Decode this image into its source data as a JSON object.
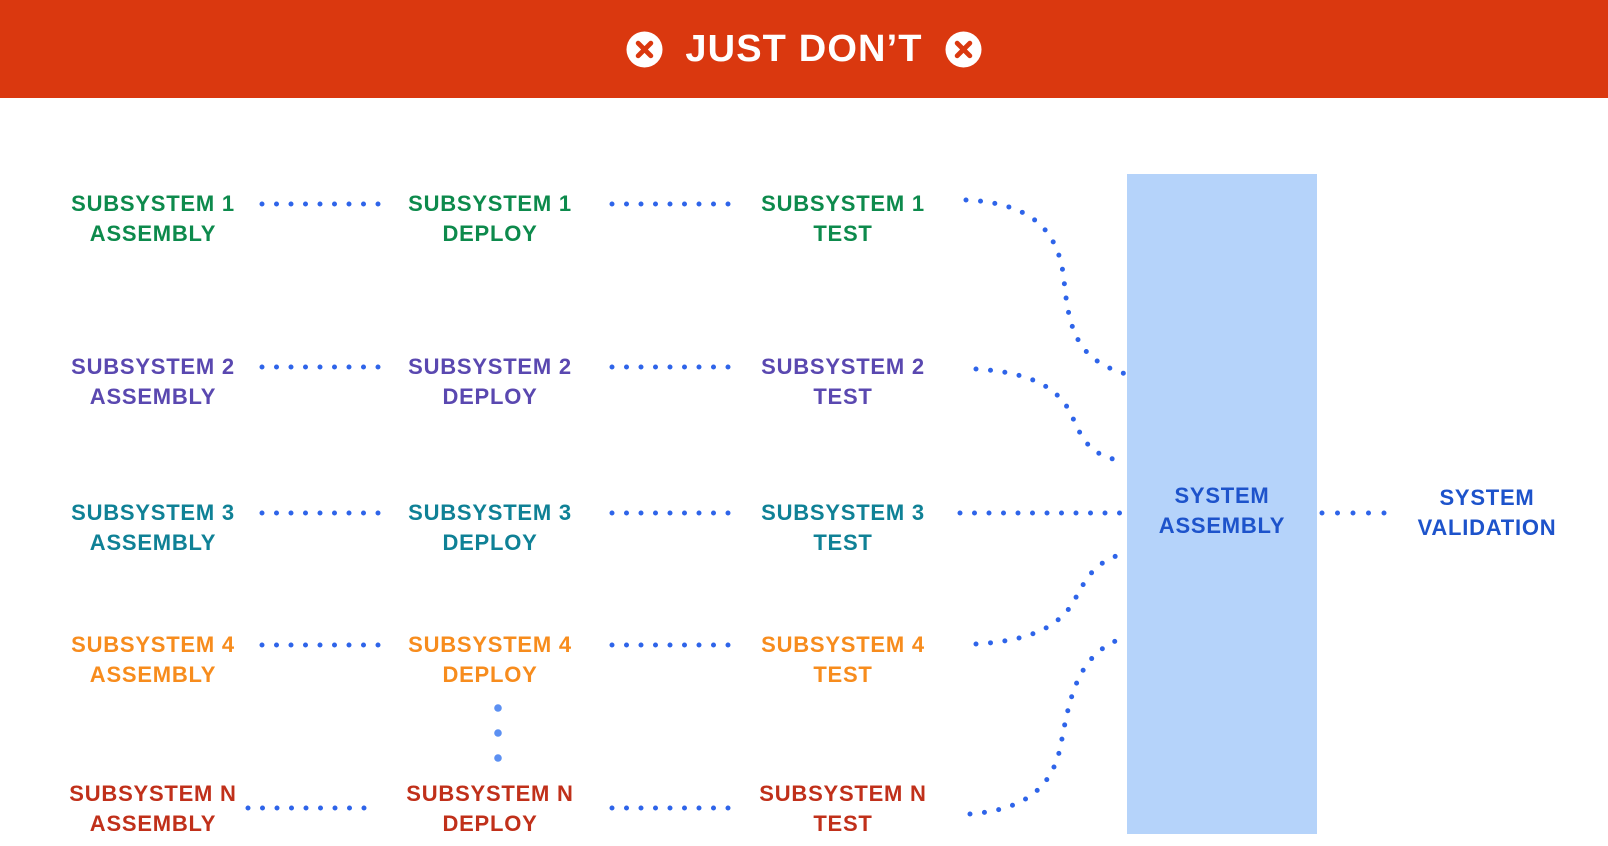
{
  "banner": {
    "title": "JUST DON’T",
    "icon": "x-circle-icon"
  },
  "colors": {
    "banner-bg": "#DA380F",
    "banner-text": "#FFFFFF",
    "dot-blue": "#2E64E9",
    "dot-light": "#5C90F2",
    "box-fill": "#B5D3FA",
    "system-blue": "#1D53CB",
    "row-1-green": "#0D8A4C",
    "row-2-purple": "#5A48B0",
    "row-3-teal": "#0F8196",
    "row-4-orange": "#F78C1D",
    "row-n-red": "#C0301A"
  },
  "rows": [
    {
      "name": "subsystem-1",
      "color": "#0D8A4C",
      "cells": [
        {
          "line1": "SUBSYSTEM 1",
          "line2": "ASSEMBLY"
        },
        {
          "line1": "SUBSYSTEM 1",
          "line2": "DEPLOY"
        },
        {
          "line1": "SUBSYSTEM 1",
          "line2": "TEST"
        }
      ]
    },
    {
      "name": "subsystem-2",
      "color": "#5A48B0",
      "cells": [
        {
          "line1": "SUBSYSTEM 2",
          "line2": "ASSEMBLY"
        },
        {
          "line1": "SUBSYSTEM 2",
          "line2": "DEPLOY"
        },
        {
          "line1": "SUBSYSTEM 2",
          "line2": "TEST"
        }
      ]
    },
    {
      "name": "subsystem-3",
      "color": "#0F8196",
      "cells": [
        {
          "line1": "SUBSYSTEM 3",
          "line2": "ASSEMBLY"
        },
        {
          "line1": "SUBSYSTEM 3",
          "line2": "DEPLOY"
        },
        {
          "line1": "SUBSYSTEM 3",
          "line2": "TEST"
        }
      ]
    },
    {
      "name": "subsystem-4",
      "color": "#F78C1D",
      "cells": [
        {
          "line1": "SUBSYSTEM 4",
          "line2": "ASSEMBLY"
        },
        {
          "line1": "SUBSYSTEM 4",
          "line2": "DEPLOY"
        },
        {
          "line1": "SUBSYSTEM 4",
          "line2": "TEST"
        }
      ]
    },
    {
      "name": "subsystem-n",
      "color": "#C0301A",
      "cells": [
        {
          "line1": "SUBSYSTEM N",
          "line2": "ASSEMBLY"
        },
        {
          "line1": "SUBSYSTEM N",
          "line2": "DEPLOY"
        },
        {
          "line1": "SUBSYSTEM N",
          "line2": "TEST"
        }
      ]
    }
  ],
  "system_assembly": {
    "line1": "SYSTEM",
    "line2": "ASSEMBLY"
  },
  "system_validation": {
    "line1": "SYSTEM",
    "line2": "VALIDATION"
  }
}
